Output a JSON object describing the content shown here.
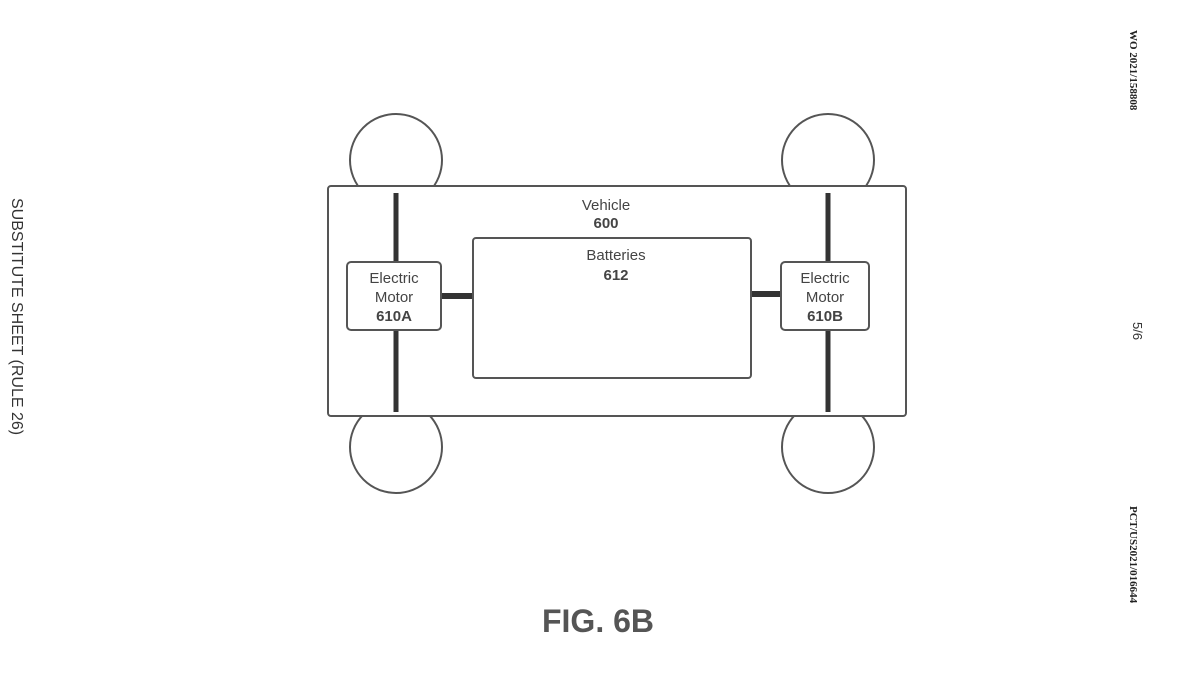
{
  "margin_left": {
    "text": "SUBSTITUTE SHEET (RULE 26)"
  },
  "margin_right": {
    "publication_number": "WO 2021/158808",
    "sheet_number": "5/6",
    "application_number": "PCT/US2021/016644"
  },
  "vehicle": {
    "name": "Vehicle",
    "ref": "600"
  },
  "batteries": {
    "name": "Batteries",
    "ref": "612"
  },
  "motor_a": {
    "line1": "Electric",
    "line2": "Motor",
    "ref": "610A"
  },
  "motor_b": {
    "line1": "Electric",
    "line2": "Motor",
    "ref": "610B"
  },
  "figure_label": "FIG. 6B"
}
